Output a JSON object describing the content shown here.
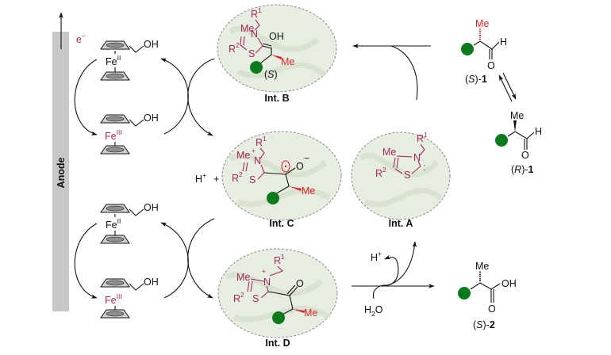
{
  "colors": {
    "anode_bar": "#c8c8c8",
    "thiazolium": "#a8265a",
    "stereo_me": "#e01f26",
    "substrate_dot": "#0b7a1c",
    "enzyme_pocket": "#e6eee1",
    "iron_iii": "#a8265a"
  },
  "electrode": {
    "label": "Anode",
    "electron": "e",
    "electron_sup": "−"
  },
  "mediators": [
    {
      "id": "fc-top-ii",
      "fe_label": "Fe",
      "ox_state": "II",
      "oh": "OH"
    },
    {
      "id": "fc-top-iii",
      "fe_label": "Fe",
      "ox_state": "III",
      "oh": "OH"
    },
    {
      "id": "fc-bot-ii",
      "fe_label": "Fe",
      "ox_state": "II",
      "oh": "OH"
    },
    {
      "id": "fc-bot-iii",
      "fe_label": "Fe",
      "ox_state": "III",
      "oh": "OH"
    }
  ],
  "intermediates": {
    "A": {
      "label": "Int. A",
      "me": "Me",
      "n": "N",
      "s": "S",
      "r1": "R",
      "r1_sup": "1",
      "r2": "R",
      "r2_sup": "2",
      "carbene": ":"
    },
    "B": {
      "label": "Int. B",
      "me": "Me",
      "n": "N",
      "s": "S",
      "r1": "R",
      "r1_sup": "1",
      "r2": "R",
      "r2_sup": "2",
      "oh": "OH",
      "me_stereo": "Me",
      "stereo_open": "(",
      "stereo": "S",
      "stereo_close": ")"
    },
    "C": {
      "label": "Int. C",
      "me": "Me",
      "n": "N",
      "n_charge": "+",
      "s": "S",
      "r1": "R",
      "r1_sup": "1",
      "r2": "R",
      "r2_sup": "2",
      "o": "O",
      "o_charge": "−",
      "me_stereo": "Me"
    },
    "D": {
      "label": "Int. D",
      "me": "Me",
      "n": "N",
      "n_charge": "+",
      "s": "S",
      "r1": "R",
      "r1_sup": "1",
      "r2": "R",
      "r2_sup": "2",
      "o": "O",
      "me_stereo": "Me"
    }
  },
  "species": {
    "s1": {
      "label_open": "(",
      "label_stereo": "S",
      "label_close": ")-",
      "label_num": "1",
      "me": "Me",
      "h": "H",
      "o": "O"
    },
    "r1": {
      "label_open": "(",
      "label_stereo": "R",
      "label_close": ")-",
      "label_num": "1",
      "me": "Me",
      "h": "H",
      "o": "O"
    },
    "s2": {
      "label_open": "(",
      "label_stereo": "S",
      "label_close": ")-",
      "label_num": "2",
      "me": "Me",
      "oh": "OH",
      "o": "O"
    }
  },
  "reagents": {
    "proton_c": "H",
    "proton_c_sup": "+",
    "plus": "+",
    "proton_out": "H",
    "proton_out_sup": "+",
    "water_h": "H",
    "water_sub": "2",
    "water_o": "O"
  }
}
